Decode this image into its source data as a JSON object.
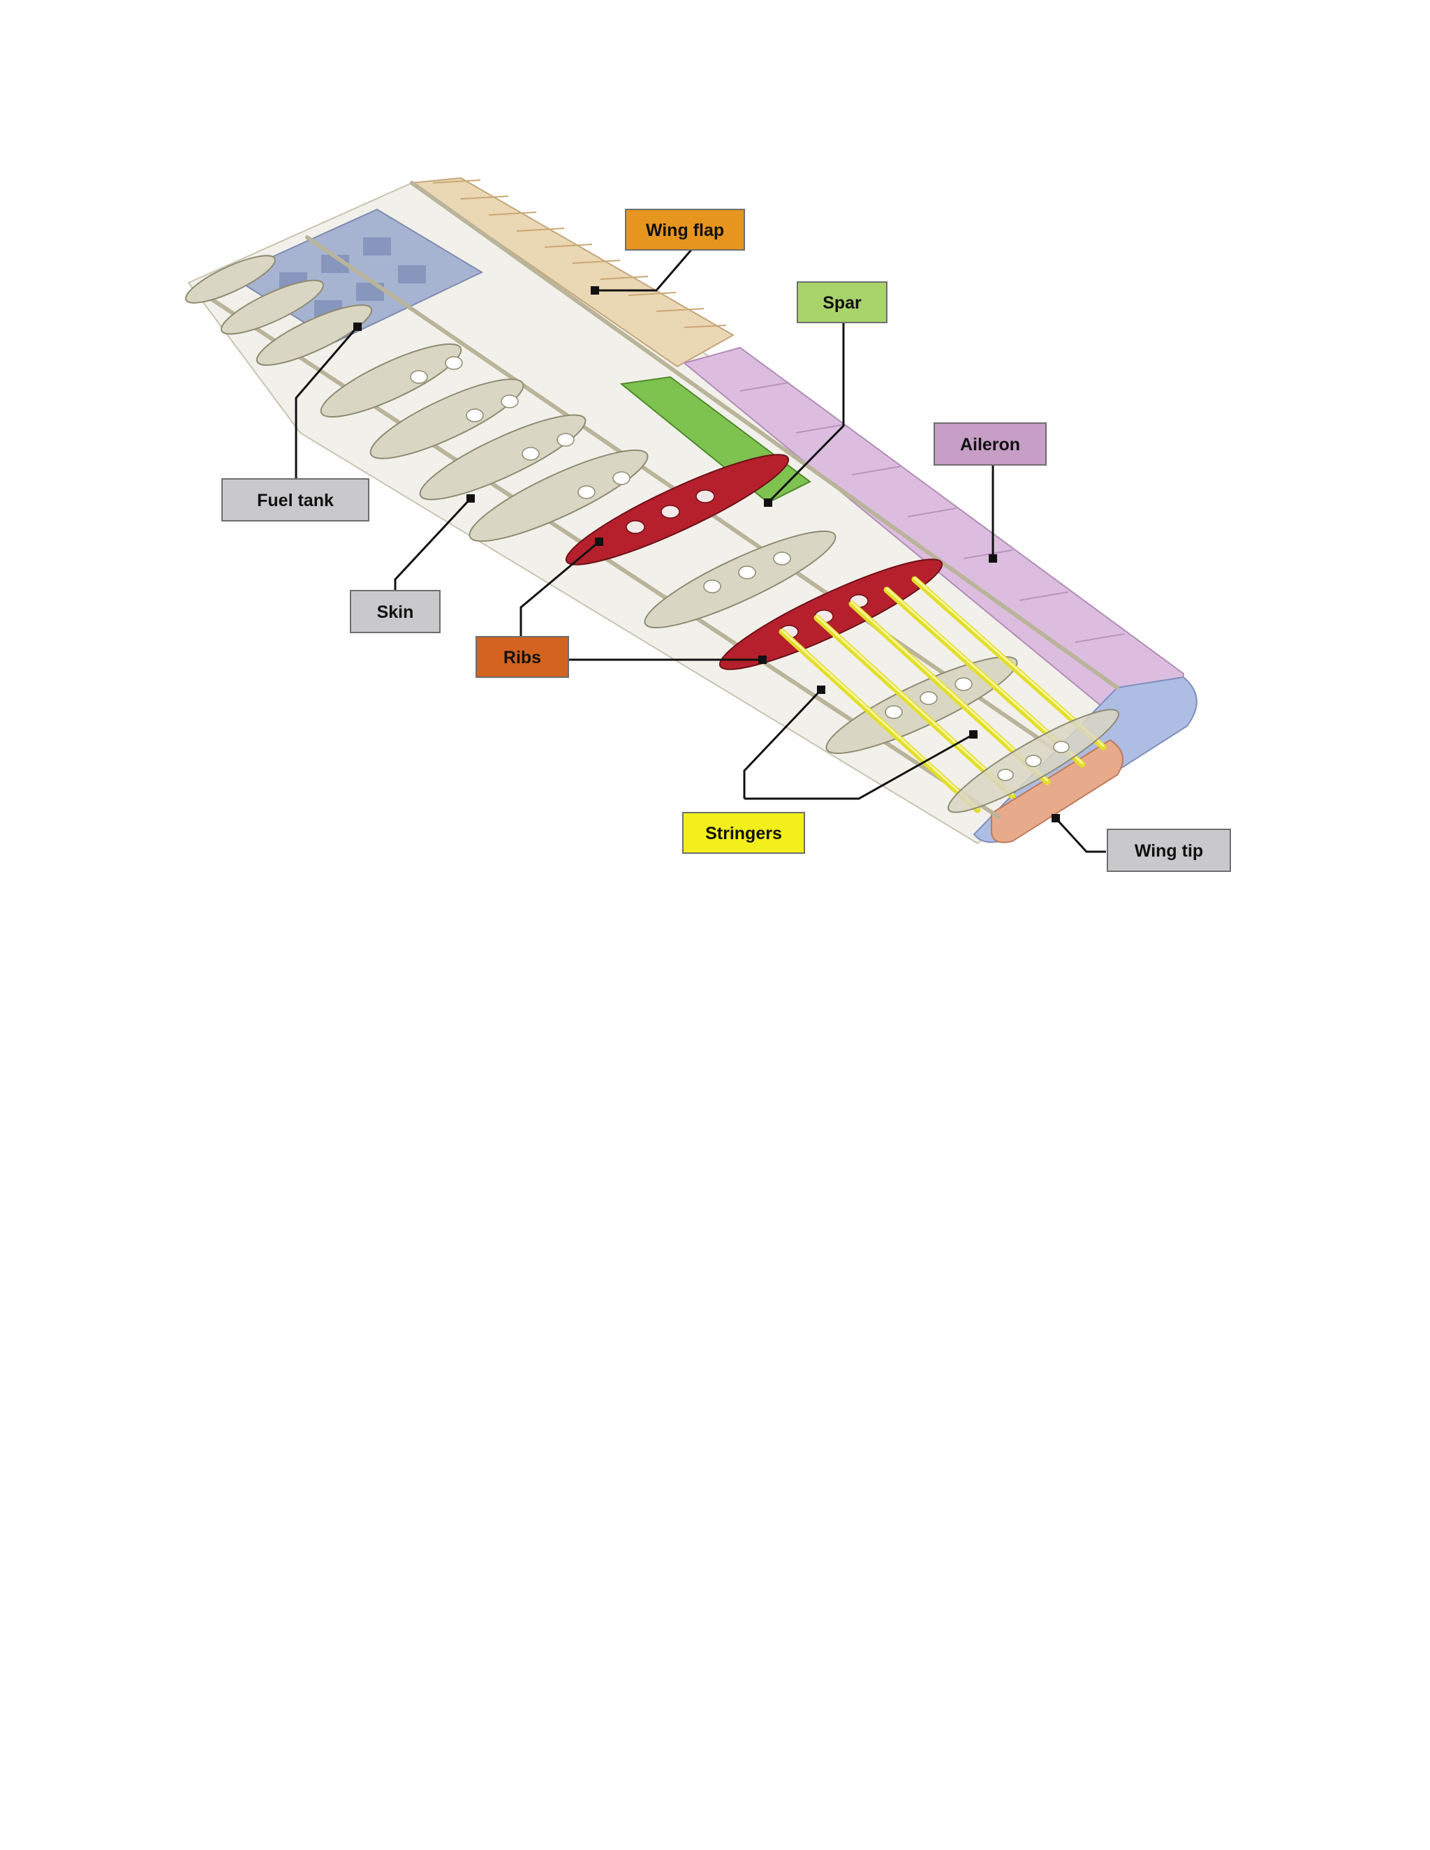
{
  "diagram": {
    "labels": {
      "wing_flap": "Wing flap",
      "spar": "Spar",
      "aileron": "Aileron",
      "fuel_tank": "Fuel tank",
      "skin": "Skin",
      "ribs": "Ribs",
      "stringers": "Stringers",
      "wing_tip": "Wing tip"
    },
    "colors": {
      "wing_flap": "#e6951f",
      "spar": "#a9d36b",
      "aileron": "#c79ec6",
      "fuel_tank": "#c9c9cb",
      "skin": "#c9c9cb",
      "ribs": "#d3631f",
      "stringers": "#f2ef1c",
      "wing_tip": "#c9c9cb"
    }
  }
}
